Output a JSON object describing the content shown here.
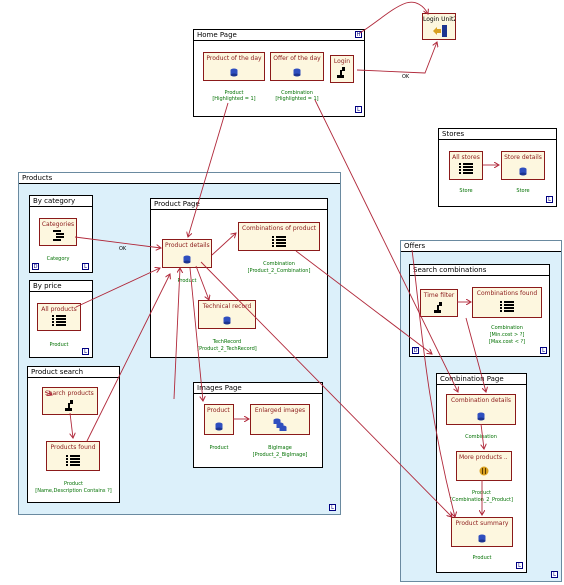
{
  "home_page": {
    "title": "Home Page",
    "units": {
      "product_of_the_day": {
        "label": "Product of the day",
        "entity": "Product",
        "selector": "[Highlighted = 1]"
      },
      "offer_of_the_day": {
        "label": "Offer of the day",
        "entity": "Combination",
        "selector": "[Highlighted = 1]"
      },
      "login": {
        "label": "Login"
      }
    },
    "marker_top": "H",
    "marker_bottom": "L"
  },
  "login_unit": {
    "label": "Login Unit2"
  },
  "stores": {
    "title": "Stores",
    "units": {
      "all_stores": {
        "label": "All stores",
        "entity": "Store"
      },
      "store_details": {
        "label": "Store details",
        "entity": "Store"
      }
    },
    "marker": "L"
  },
  "products": {
    "title": "Products",
    "marker": "L",
    "by_category": {
      "title": "By category",
      "unit": {
        "label": "Categories",
        "entity": "Category"
      },
      "marker_left": "D",
      "marker_right": "L"
    },
    "by_price": {
      "title": "By price",
      "unit": {
        "label": "All products",
        "entity": "Product"
      },
      "marker": "L"
    },
    "product_search": {
      "title": "Product search",
      "entry": {
        "label": "Search products"
      },
      "found": {
        "label": "Products found",
        "entity": "Product",
        "selector": "[Name,Description Contains ?]"
      }
    },
    "product_page": {
      "title": "Product Page",
      "details": {
        "label": "Product details",
        "entity": "Product"
      },
      "combinations": {
        "label": "Combinations of product",
        "entity": "Combination",
        "selector": "[Product_2_Combination]"
      },
      "technical": {
        "label": "Technical record",
        "entity": "TechRecord",
        "selector": "[Product_2_TechRecord]"
      }
    },
    "images_page": {
      "title": "Images Page",
      "product": {
        "label": "Product",
        "entity": "Product"
      },
      "enlarged": {
        "label": "Enlarged images",
        "entity": "BigImage",
        "selector": "[Product_2_BigImage]"
      }
    }
  },
  "offers": {
    "title": "Offers",
    "marker": "L",
    "search_combinations": {
      "title": "Search combinations",
      "time_filter": {
        "label": "Time filter"
      },
      "found": {
        "label": "Combinations found",
        "entity": "Combination",
        "selector1": "[Min.cost > ?]",
        "selector2": "[Max.cost < ?]"
      },
      "marker": "L",
      "marker_left": "D"
    },
    "combination_page": {
      "title": "Combination Page",
      "details": {
        "label": "Combination details",
        "entity": "Combination"
      },
      "more": {
        "label": "More products ..",
        "entity": "Product",
        "selector": "[Combination_2_Product]"
      },
      "summary": {
        "label": "Product summary",
        "entity": "Product"
      },
      "marker": "L"
    }
  },
  "link_labels": {
    "login_out": "OK",
    "category_link": "OK"
  }
}
